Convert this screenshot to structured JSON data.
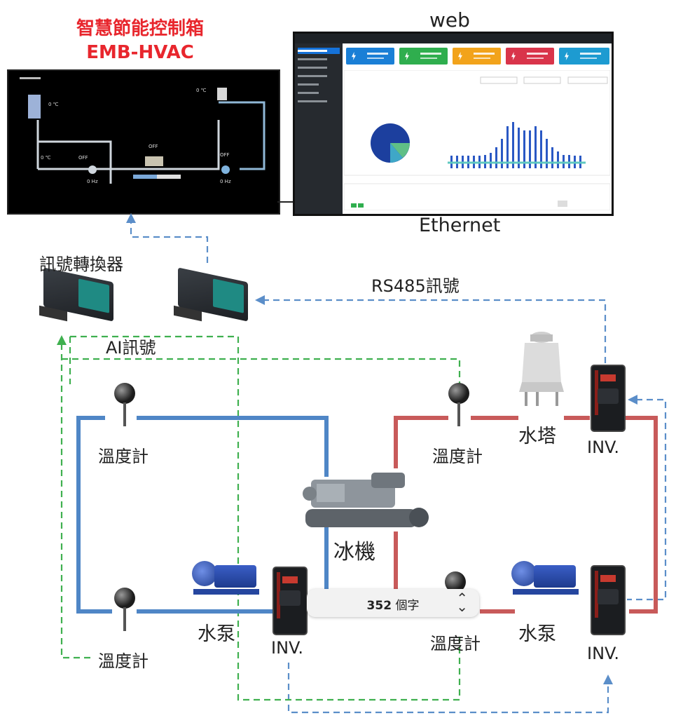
{
  "titles": {
    "line1": "智慧節能控制箱",
    "line2": "EMB-HVAC",
    "web": "web",
    "ethernet": "Ethernet"
  },
  "labels": {
    "converter": "訊號轉換器",
    "rs485": "RS485訊號",
    "ai": "AI訊號",
    "thermo_tl": "溫度計",
    "thermo_bl": "溫度計",
    "thermo_tr": "溫度計",
    "thermo_br": "溫度計",
    "tower": "水塔",
    "inv_tr": "INV.",
    "chiller": "冰機",
    "pump_left": "水泵",
    "inv_bl": "INV.",
    "pump_right": "水泵",
    "inv_br": "INV."
  },
  "popup": {
    "count": "352",
    "unit": " 個字"
  },
  "colors": {
    "title_red": "#e8262d",
    "chilled_pipe": "#4f86c6",
    "cooling_pipe": "#c85a5a",
    "rs485_dash": "#5b8ec9",
    "ai_dash": "#3fb04f"
  }
}
